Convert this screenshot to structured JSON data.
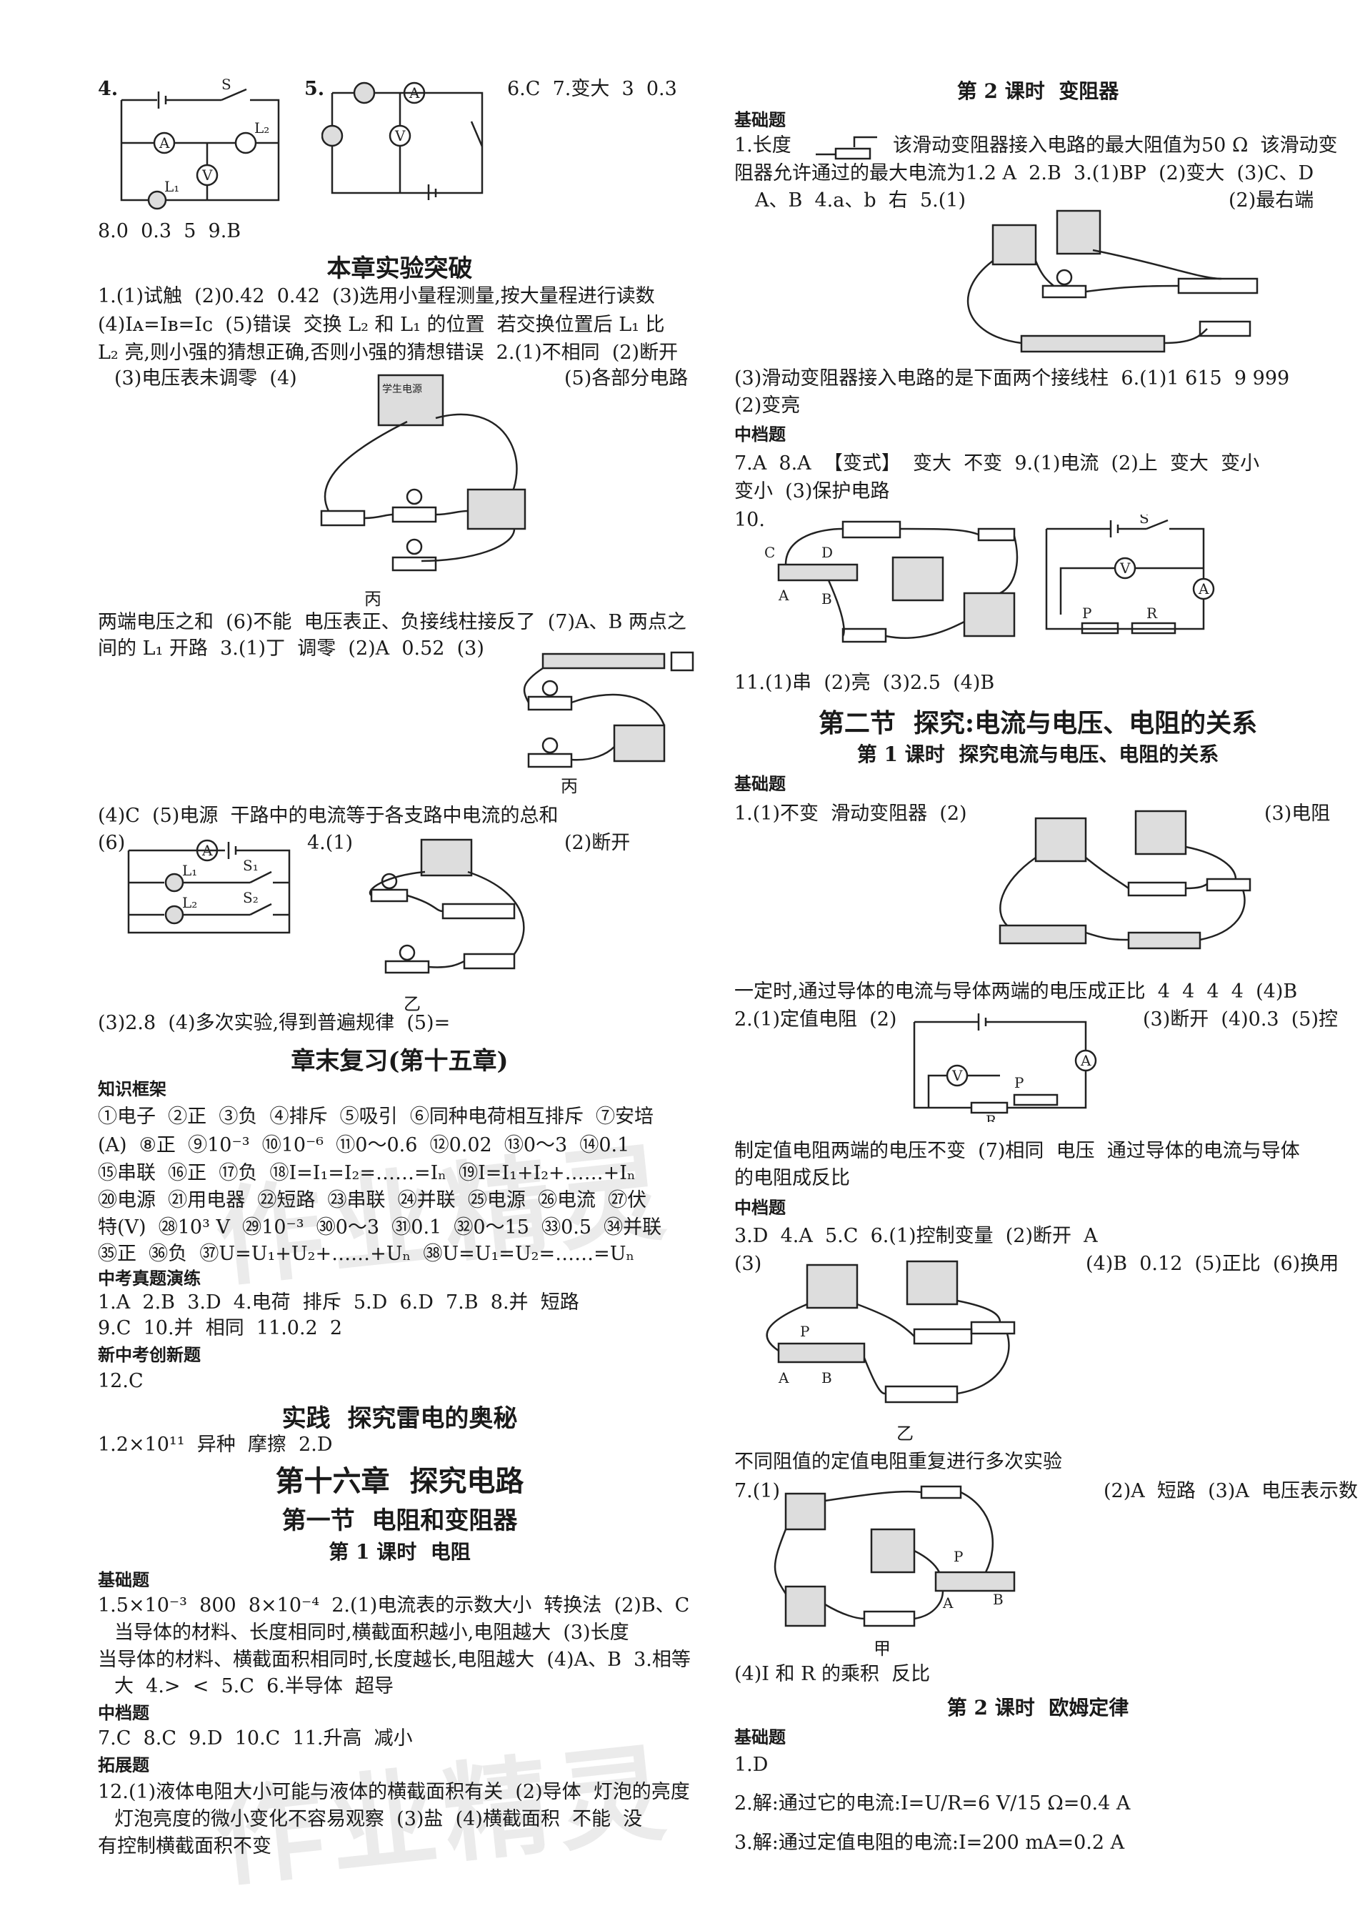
{
  "watermark": "作业精灵",
  "left": {
    "top_items": {
      "q4": "4.",
      "q5": "5.",
      "q6_7": "6.C  7.变大  3  0.3",
      "q8_9": "8.0  0.3  5  9.B"
    },
    "section1": {
      "title": "本章实验突破",
      "lines": [
        "1.(1)试触  (2)0.42  0.42  (3)选用小量程测量,按大量程进行读数",
        "(4)Iᴀ=Iʙ=Iᴄ  (5)错误  交换 L₂ 和 L₁ 的位置  若交换位置后 L₁ 比",
        "L₂ 亮,则小强的猜想正确,否则小强的猜想错误  2.(1)不相同  (2)断开",
        "(3)电压表未调零  (4)",
        "(5)各部分电路",
        "两端电压之和  (6)不能  电压表正、负接线柱接反了  (7)A、B 两点之",
        "间的 L₁ 开路  3.(1)丁  调零  (2)A  0.52  (3)",
        "(4)C  (5)电源  干路中的电流等于各支路中电流的总和",
        "(6)",
        "4.(1)",
        "(2)断开",
        "(3)2.8  (4)多次实验,得到普遍规律  (5)="
      ],
      "captions": [
        "丙",
        "丙",
        "乙"
      ],
      "power_supply_label": "学生电源"
    },
    "section2": {
      "title": "章末复习(第十五章)",
      "sub1": "知识框架",
      "lines": [
        "①电子  ②正  ③负  ④排斥  ⑤吸引  ⑥同种电荷相互排斥  ⑦安培",
        "(A)  ⑧正  ⑨10⁻³  ⑩10⁻⁶  ⑪0～0.6  ⑫0.02  ⑬0～3  ⑭0.1",
        "⑮串联  ⑯正  ⑰负  ⑱I=I₁=I₂=……=Iₙ  ⑲I=I₁+I₂+……+Iₙ",
        "⑳电源  ㉑用电器  ㉒短路  ㉓串联  ㉔并联  ㉕电源  ㉖电流  ㉗伏",
        "特(V)  ㉘10³ V  ㉙10⁻³  ㉚0～3  ㉛0.1  ㉜0～15  ㉝0.5  ㉞并联",
        "㉟正  ㊱负  ㊲U=U₁+U₂+……+Uₙ  ㊳U=U₁=U₂=……=Uₙ"
      ],
      "sub2": "中考真题演练",
      "lines2": [
        "1.A  2.B  3.D  4.电荷  排斥  5.D  6.D  7.B  8.并  短路",
        "9.C  10.并  相同  11.0.2  2"
      ],
      "sub3": "新中考创新题",
      "lines3": [
        "12.C"
      ]
    },
    "section3": {
      "title": "实践  探究雷电的奥秘",
      "lines": [
        "1.2×10¹¹  异种  摩擦  2.D"
      ]
    },
    "chapter": {
      "title": "第十六章  探究电路",
      "section": "第一节  电阻和变阻器",
      "lesson": "第 1 课时  电阻",
      "sub1": "基础题",
      "lines1": [
        "1.5×10⁻³  800  8×10⁻⁴  2.(1)电流表的示数大小  转换法  (2)B、C",
        "当导体的材料、长度相同时,横截面积越小,电阻越大  (3)长度",
        "当导体的材料、横截面积相同时,长度越长,电阻越大  (4)A、B  3.相等",
        "大  4.>  <  5.C  6.半导体  超导"
      ],
      "sub2": "中档题",
      "lines2": [
        "7.C  8.C  9.D  10.C  11.升高  减小"
      ],
      "sub3": "拓展题",
      "lines3": [
        "12.(1)液体电阻大小可能与液体的横截面积有关  (2)导体  灯泡的亮度",
        "灯泡亮度的微小变化不容易观察  (3)盐  (4)横截面积  不能  没",
        "有控制横截面积不变"
      ]
    }
  },
  "right": {
    "lesson2": {
      "title": "第 2 课时  变阻器",
      "sub1": "基础题",
      "lines1": [
        "1.长度",
        "该滑动变阻器接入电路的最大阻值为50 Ω  该滑动变",
        "阻器允许通过的最大电流为1.2 A  2.B  3.(1)BP  (2)变大  (3)C、D",
        "A、B  4.a、b  右  5.(1)",
        "(2)最右端",
        "(3)滑动变阻器接入电路的是下面两个接线柱  6.(1)1 615  9 999",
        "(2)变亮"
      ],
      "sub2": "中档题",
      "lines2": [
        "7.A  8.A  【变式】  变大  不变  9.(1)电流  (2)上  变大  变小",
        "变小  (3)保护电路",
        "10.",
        "11.(1)串  (2)亮  (3)2.5  (4)B"
      ]
    },
    "section2": {
      "title": "第二节  探究:电流与电压、电阻的关系",
      "lesson": "第 1 课时  探究电流与电压、电阻的关系",
      "sub1": "基础题",
      "lines1": [
        "1.(1)不变  滑动变阻器  (2)",
        "(3)电阻",
        "一定时,通过导体的电流与导体两端的电压成正比  4  4  4  4  (4)B",
        "2.(1)定值电阻  (2)",
        "(3)断开  (4)0.3  (5)控",
        "制定值电阻两端的电压不变  (7)相同  电压  通过导体的电流与导体",
        "的电阻成反比"
      ],
      "sub2": "中档题",
      "lines2": [
        "3.D  4.A  5.C  6.(1)控制变量  (2)断开  A",
        "(3)",
        "(4)B  0.12  (5)正比  (6)换用",
        "不同阻值的定值电阻重复进行多次实验",
        "7.(1)",
        "(2)A  短路  (3)A  电压表示数",
        "(4)I 和 R 的乘积  反比"
      ],
      "captions": [
        "乙",
        "甲"
      ]
    },
    "lesson_ohm": {
      "title": "第 2 课时  欧姆定律",
      "sub1": "基础题",
      "lines": [
        "1.D",
        "2.解:通过它的电流:I=U/R=6 V/15 Ω=0.4 A",
        "3.解:通过定值电阻的电流:I=200 mA=0.2 A"
      ]
    }
  }
}
